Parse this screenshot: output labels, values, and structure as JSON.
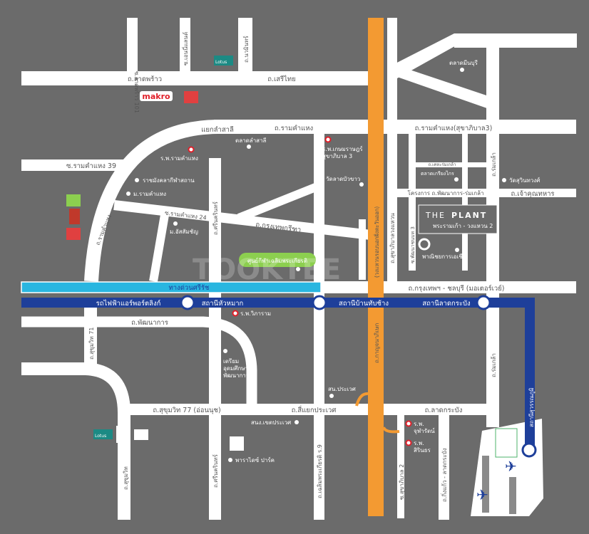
{
  "colors": {
    "background": "#6b6b6b",
    "road": "#ffffff",
    "ring_road": "#f39a32",
    "expressway": "#29b6e0",
    "airport_link": "#1e3f9a",
    "park": "#8ccf4f",
    "hospital": "#e0202a"
  },
  "labels": {
    "soi_ladprao101": "ซ.ลาดพร้าว 101",
    "soi_annieland": "ซ.เอนนี่แลนด์",
    "nawamin": "ถ.นวมินทร์",
    "ladprao": "ถ.ลาดพร้าว",
    "serithai": "ถ.เสรีไทย",
    "makro": "makro",
    "lamsali_junction": "แยกลำสาลี",
    "ramkhamhaeng": "ถ.รามคำแหง",
    "lamsali_market": "ตลาดลำสาลี",
    "ramkhamhaeng_hospital": "ร.พ.รามคำแหง",
    "soi_ram39": "ซ.รามคำแหง 39",
    "rajamangala": "ราชมังคลากีฬาสถาน",
    "ramkhamhaeng_univ": "ม.รามคำแหง",
    "ramkhamhaeng_v": "ถ.รามคำแหง",
    "soi_ram24": "ซ.รามคำแหง 24",
    "assumption": "ม.อัสสัมชัญ",
    "srinakarin": "ถ.ศรีนครินทร์",
    "krungthep_kreetha": "ถ.กรุงเทพกรีฑา",
    "kasemrad": "ร.พ.เกษมราษฎร์",
    "kasemrad2": "สุขาภิบาล 3",
    "wat_ladbuakhao": "วัดลาดบัวขาว",
    "minburi_market": "ตลาดมีนบุรี",
    "ram_sukhapiban3": "ถ.รามคำแหง(สุขาภิบาล3)",
    "romklao": "ถ.ร่มเกล้า",
    "keha_romklao": "ถ.เคหะร่มเกล้า",
    "kriangkrai_market": "ตลาดเกรียงไกร",
    "wat_suwin": "วัดสุวินทวงศ์",
    "chaokhun_thahan": "ถ.เจ้าคุณทหาร",
    "project_road": "โครงการ ถ.พัฒนาการ-ร่มเกล้า",
    "sukhapiban_ring": "ถ.สุขาภิบาลวงแหวน",
    "kanchanaphisek_top": "(วงแหวนรอบนอกฝั่งตะวันออก)",
    "soi_pattana3": "ซ.พัฒนาชนบท 3",
    "plant_title_a": "THE",
    "plant_title_b": "PLANT",
    "plant_sub": "พระรามเก้า - วงแหวน 2",
    "asia_commerce": "พาณิชยการเอเชีย",
    "sports_center": "ศูนย์กีฬาเฉลิมพระเกียรติ",
    "sirat_expressway": "ทางด่วนศรีรัช",
    "airport_link": "รถไฟฟ้าแอร์พอร์ตลิงก์",
    "st_huamak": "สถานีหัวหมาก",
    "st_banthapchang": "สถานีบ้านทับช้าง",
    "st_latkrabang": "สถานีลาดกระบัง",
    "st_suvarnabhumi": "สถานีสุวรรณภูมิ",
    "motorway": "ถ.กรุงเทพฯ - ชลบุรี (มอเตอร์เวย์)",
    "wiparam": "ร.พ.วิภาราม",
    "pattanakarn": "ถ.พัฒนาการ",
    "sukhumvit71": "ถ.สุขุมวิท 71",
    "triam1": "เตรียม",
    "triam2": "อุดมศึกษา",
    "triam3": "พัฒนาการ",
    "sukhumvit77": "ถ.สุขุมวิท 77 (อ่อนนุช)",
    "siyaek_prawet": "ถ.สี่แยกประเวศ",
    "prawet_police": "สน.ประเวศ",
    "prawet_office": "สนง.เขตประเวศ",
    "latkrabang_rd": "ถ.ลาดกระบัง",
    "chularat1": "ร.พ.",
    "chularat2": "จุฬารัตน์",
    "sirindhorn1": "ร.พ.",
    "sirindhorn2": "สิรินธร",
    "sukhumvit": "ถ.สุขุมวิท",
    "srinakarin_low": "ถ.ศรีนครินทร์",
    "paradise_park": "พาราไดซ์ ปาร์ค",
    "chalerm_r9": "ถ.เฉลิมพระเกียรติ ร.9",
    "soi_sukhapiban2": "ซ.สุขาภิบาล 2",
    "kingkaew": "ถ.กิ่งแก้ว - ลาดกระบัง",
    "romklao_low": "ถ.ร่มเกล้า",
    "kanchanaphisek": "ถ.กาญจนาภิเษก",
    "lotus": "Lotus",
    "watermark": "TOOKTEE"
  }
}
